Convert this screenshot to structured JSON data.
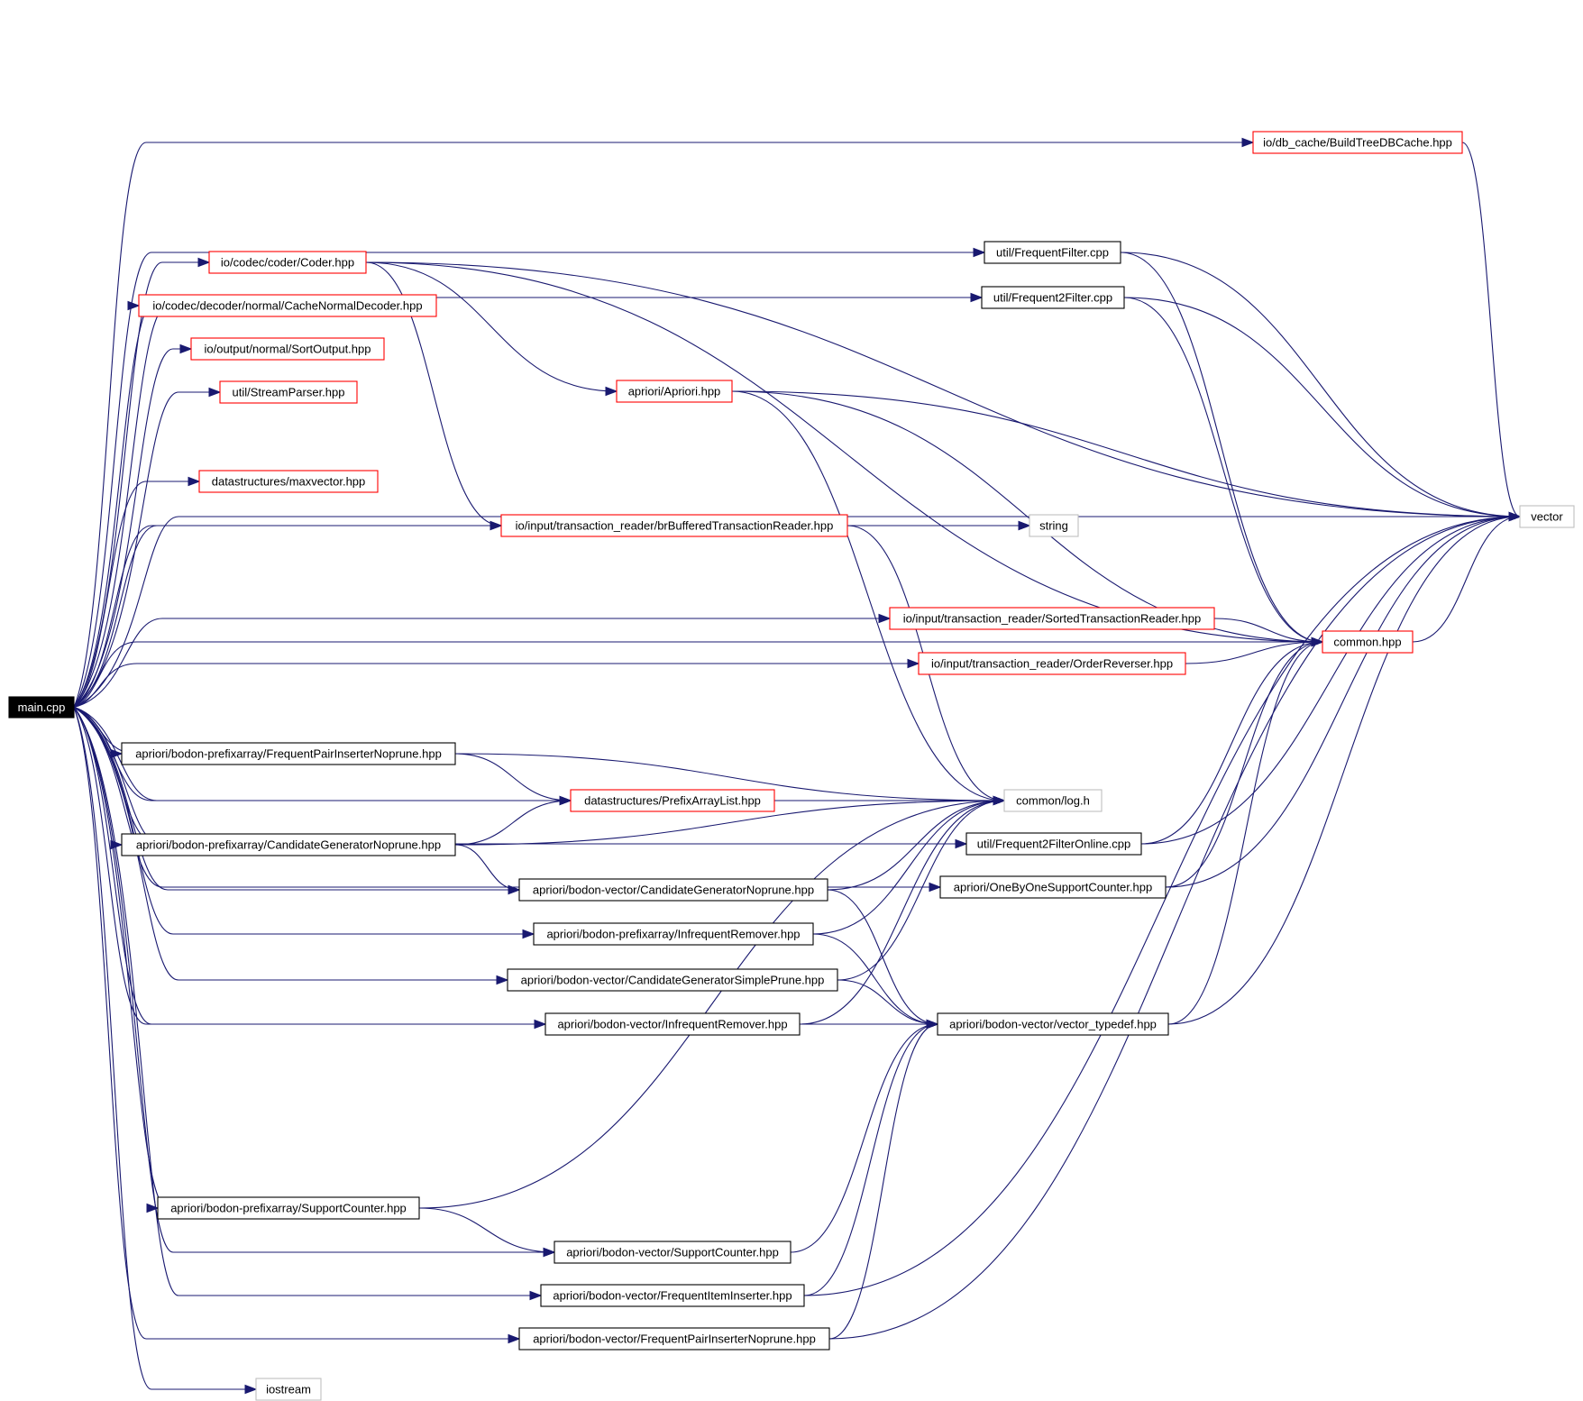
{
  "colors": {
    "edge": "#191970",
    "border_red": "#ff0000",
    "border_black": "#000000",
    "border_gray": "#bfbfbf",
    "root_fill": "#000000",
    "root_text": "#ffffff",
    "node_fill": "#ffffff",
    "node_text": "#000000"
  },
  "nodes": [
    {
      "id": "main",
      "label": "main.cpp",
      "style": "root"
    },
    {
      "id": "buildtree",
      "label": "io/db_cache/BuildTreeDBCache.hpp",
      "style": "red"
    },
    {
      "id": "freqfilter",
      "label": "util/FrequentFilter.cpp",
      "style": "black"
    },
    {
      "id": "freq2filter",
      "label": "util/Frequent2Filter.cpp",
      "style": "black"
    },
    {
      "id": "coder",
      "label": "io/codec/coder/Coder.hpp",
      "style": "red"
    },
    {
      "id": "cachedecoder",
      "label": "io/codec/decoder/normal/CacheNormalDecoder.hpp",
      "style": "red"
    },
    {
      "id": "sortoutput",
      "label": "io/output/normal/SortOutput.hpp",
      "style": "red"
    },
    {
      "id": "streamparser",
      "label": "util/StreamParser.hpp",
      "style": "red"
    },
    {
      "id": "apriori",
      "label": "apriori/Apriori.hpp",
      "style": "red"
    },
    {
      "id": "maxvector",
      "label": "datastructures/maxvector.hpp",
      "style": "red"
    },
    {
      "id": "brbuffered",
      "label": "io/input/transaction_reader/brBufferedTransactionReader.hpp",
      "style": "red"
    },
    {
      "id": "string",
      "label": "string",
      "style": "gray"
    },
    {
      "id": "vector",
      "label": "vector",
      "style": "gray"
    },
    {
      "id": "sortedtr",
      "label": "io/input/transaction_reader/SortedTransactionReader.hpp",
      "style": "red"
    },
    {
      "id": "common",
      "label": "common.hpp",
      "style": "red"
    },
    {
      "id": "orderrev",
      "label": "io/input/transaction_reader/OrderReverser.hpp",
      "style": "red"
    },
    {
      "id": "fpinp_pa",
      "label": "apriori/bodon-prefixarray/FrequentPairInserterNoprune.hpp",
      "style": "black"
    },
    {
      "id": "prefixlist",
      "label": "datastructures/PrefixArrayList.hpp",
      "style": "red"
    },
    {
      "id": "log",
      "label": "common/log.h",
      "style": "gray"
    },
    {
      "id": "cgnp_pa",
      "label": "apriori/bodon-prefixarray/CandidateGeneratorNoprune.hpp",
      "style": "black"
    },
    {
      "id": "f2fonline",
      "label": "util/Frequent2FilterOnline.cpp",
      "style": "black"
    },
    {
      "id": "cgnp_v",
      "label": "apriori/bodon-vector/CandidateGeneratorNoprune.hpp",
      "style": "black"
    },
    {
      "id": "onebyone",
      "label": "apriori/OneByOneSupportCounter.hpp",
      "style": "black"
    },
    {
      "id": "infreq_pa",
      "label": "apriori/bodon-prefixarray/InfrequentRemover.hpp",
      "style": "black"
    },
    {
      "id": "cgsp_v",
      "label": "apriori/bodon-vector/CandidateGeneratorSimplePrune.hpp",
      "style": "black"
    },
    {
      "id": "infreq_v",
      "label": "apriori/bodon-vector/InfrequentRemover.hpp",
      "style": "black"
    },
    {
      "id": "vtypedef",
      "label": "apriori/bodon-vector/vector_typedef.hpp",
      "style": "black"
    },
    {
      "id": "sc_pa",
      "label": "apriori/bodon-prefixarray/SupportCounter.hpp",
      "style": "black"
    },
    {
      "id": "sc_v",
      "label": "apriori/bodon-vector/SupportCounter.hpp",
      "style": "black"
    },
    {
      "id": "fii_v",
      "label": "apriori/bodon-vector/FrequentItemInserter.hpp",
      "style": "black"
    },
    {
      "id": "fpinp_v",
      "label": "apriori/bodon-vector/FrequentPairInserterNoprune.hpp",
      "style": "black"
    },
    {
      "id": "iostream",
      "label": "iostream",
      "style": "gray"
    }
  ],
  "edges": [
    [
      "main",
      "buildtree"
    ],
    [
      "main",
      "freqfilter"
    ],
    [
      "main",
      "freq2filter"
    ],
    [
      "main",
      "coder"
    ],
    [
      "main",
      "cachedecoder"
    ],
    [
      "main",
      "sortoutput"
    ],
    [
      "main",
      "streamparser"
    ],
    [
      "main",
      "maxvector"
    ],
    [
      "main",
      "brbuffered"
    ],
    [
      "main",
      "string"
    ],
    [
      "main",
      "sortedtr"
    ],
    [
      "main",
      "orderrev"
    ],
    [
      "main",
      "common"
    ],
    [
      "main",
      "vector"
    ],
    [
      "main",
      "fpinp_pa"
    ],
    [
      "main",
      "prefixlist"
    ],
    [
      "main",
      "log"
    ],
    [
      "main",
      "cgnp_pa"
    ],
    [
      "main",
      "cgnp_v"
    ],
    [
      "main",
      "infreq_pa"
    ],
    [
      "main",
      "cgsp_v"
    ],
    [
      "main",
      "infreq_v"
    ],
    [
      "main",
      "vtypedef"
    ],
    [
      "main",
      "f2fonline"
    ],
    [
      "main",
      "onebyone"
    ],
    [
      "main",
      "sc_pa"
    ],
    [
      "main",
      "sc_v"
    ],
    [
      "main",
      "fii_v"
    ],
    [
      "main",
      "fpinp_v"
    ],
    [
      "main",
      "iostream"
    ],
    [
      "buildtree",
      "vector"
    ],
    [
      "freqfilter",
      "common"
    ],
    [
      "freqfilter",
      "vector"
    ],
    [
      "freq2filter",
      "common"
    ],
    [
      "freq2filter",
      "vector"
    ],
    [
      "coder",
      "apriori"
    ],
    [
      "coder",
      "brbuffered"
    ],
    [
      "coder",
      "common"
    ],
    [
      "coder",
      "vector"
    ],
    [
      "apriori",
      "common"
    ],
    [
      "apriori",
      "vector"
    ],
    [
      "apriori",
      "log"
    ],
    [
      "brbuffered",
      "string"
    ],
    [
      "brbuffered",
      "log"
    ],
    [
      "sortedtr",
      "common"
    ],
    [
      "orderrev",
      "common"
    ],
    [
      "common",
      "vector"
    ],
    [
      "fpinp_pa",
      "prefixlist"
    ],
    [
      "fpinp_pa",
      "log"
    ],
    [
      "cgnp_pa",
      "prefixlist"
    ],
    [
      "cgnp_pa",
      "cgnp_v"
    ],
    [
      "cgnp_pa",
      "log"
    ],
    [
      "cgnp_v",
      "vtypedef"
    ],
    [
      "cgnp_v",
      "log"
    ],
    [
      "infreq_pa",
      "vtypedef"
    ],
    [
      "infreq_pa",
      "log"
    ],
    [
      "cgsp_v",
      "vtypedef"
    ],
    [
      "cgsp_v",
      "log"
    ],
    [
      "infreq_v",
      "vtypedef"
    ],
    [
      "infreq_v",
      "log"
    ],
    [
      "f2fonline",
      "common"
    ],
    [
      "f2fonline",
      "vector"
    ],
    [
      "onebyone",
      "common"
    ],
    [
      "onebyone",
      "vector"
    ],
    [
      "vtypedef",
      "common"
    ],
    [
      "vtypedef",
      "vector"
    ],
    [
      "sc_pa",
      "sc_v"
    ],
    [
      "sc_pa",
      "log"
    ],
    [
      "sc_v",
      "vtypedef"
    ],
    [
      "fii_v",
      "vtypedef"
    ],
    [
      "fii_v",
      "vector"
    ],
    [
      "fpinp_v",
      "vtypedef"
    ],
    [
      "fpinp_v",
      "vector"
    ]
  ]
}
